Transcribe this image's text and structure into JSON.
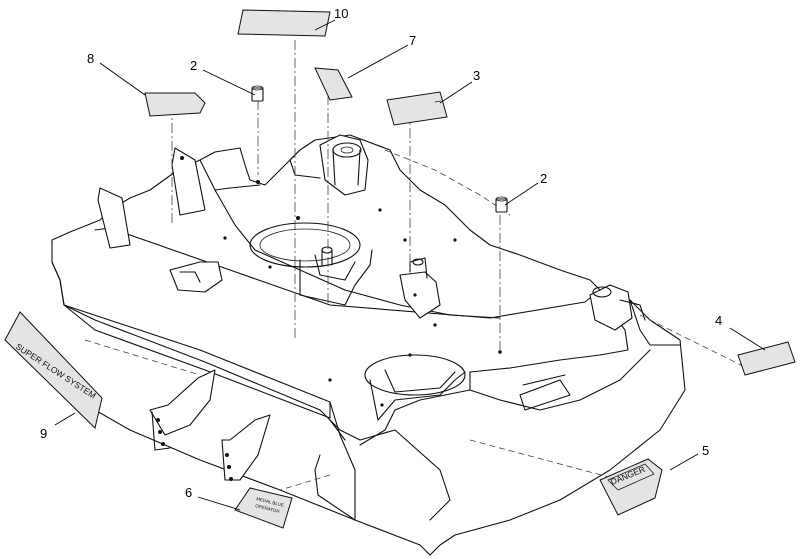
{
  "callouts": [
    {
      "id": "c10",
      "label": "10"
    },
    {
      "id": "c7",
      "label": "7"
    },
    {
      "id": "c3",
      "label": "3"
    },
    {
      "id": "c8",
      "label": "8"
    },
    {
      "id": "c2a",
      "label": "2"
    },
    {
      "id": "c2b",
      "label": "2"
    },
    {
      "id": "c4",
      "label": "4"
    },
    {
      "id": "c9",
      "label": "9"
    },
    {
      "id": "c6",
      "label": "6"
    },
    {
      "id": "c5",
      "label": "5"
    }
  ],
  "decals": {
    "super_flow": "SUPER FLOW SYSTEM",
    "danger": "DANGER",
    "manual_line1": "MEDAL BLUE",
    "manual_line2": "OPERATOR"
  }
}
